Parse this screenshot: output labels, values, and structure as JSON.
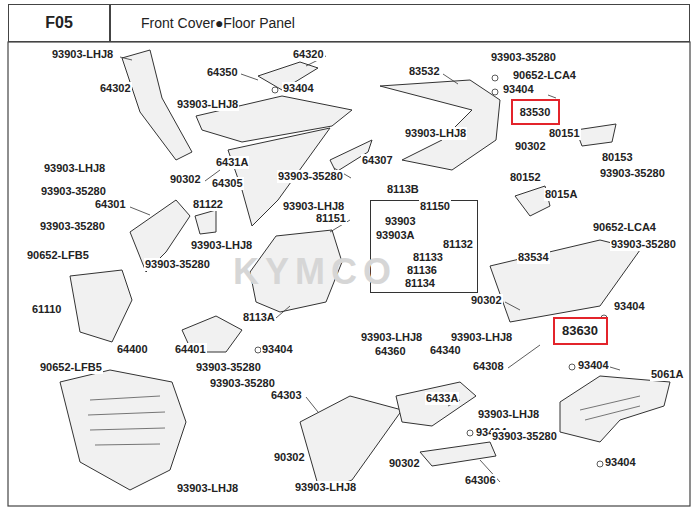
{
  "diagram": {
    "nodes": [
      {
        "text": [
          "F05"
        ]
      },
      {
        "text": [
          "Front Cover●Floor Panel"
        ]
      },
      {
        "text": [
          "83530"
        ]
      },
      {
        "text": [
          "8113B"
        ]
      },
      {
        "text": [
          "83630"
        ]
      }
    ],
    "labels": [
      "KYMCO",
      "93903-LHJ8",
      "93903-35280",
      "64320",
      "64350",
      "83532",
      "90652-LCA4",
      "64302",
      "93404",
      "93404",
      "93903-LHJ8",
      "80151",
      "93903-LHJ8",
      "90302",
      "64307",
      "80153",
      "6431A",
      "93903-LHJ8",
      "93903-35280",
      "90302",
      "93903-35280",
      "80152",
      "64305",
      "93903-35280",
      "8015A",
      "64301",
      "81122",
      "93903-LHJ8",
      "81150",
      "81151",
      "93903",
      "93903-35280",
      "90652-LCA4",
      "93903A",
      "81132",
      "93903-35280",
      "93903-LHJ8",
      "90652-LFB5",
      "83534",
      "81133",
      "93903-35280",
      "81136",
      "81134",
      "90302",
      "61110",
      "93404",
      "8113A",
      "93903-LHJ8",
      "93903-LHJ8",
      "64400",
      "64401",
      "93404",
      "64340",
      "64360",
      "93404",
      "64308",
      "90652-LFB5",
      "93903-35280",
      "5061A",
      "93903-35280",
      "64303",
      "6433A",
      "93903-LHJ8",
      "93404",
      "93903-35280",
      "90302",
      "93404",
      "90302",
      "64306",
      "93903-LHJ8",
      "93903-LHJ8"
    ]
  }
}
